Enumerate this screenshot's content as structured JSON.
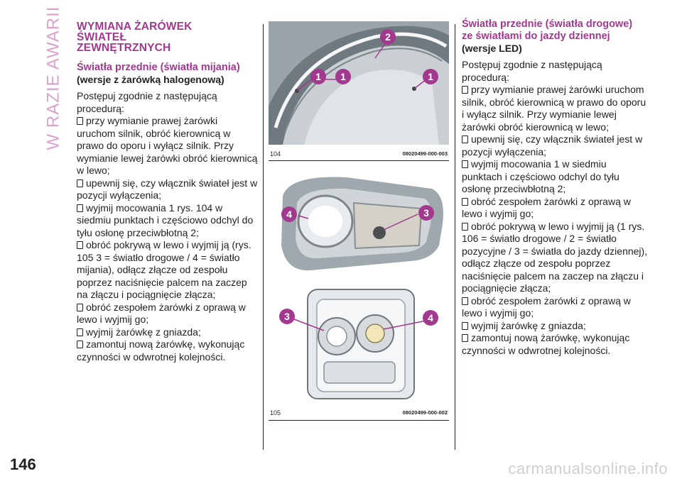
{
  "side_title": "W RAZIE AWARII",
  "page_number": "146",
  "left": {
    "title_lines": [
      "WYMIANA ŻARÓWEK",
      "ŚWIATEŁ",
      "ZEWNĘTRZNYCH"
    ],
    "subtitle": "Światła przednie (światła mijania)",
    "variant": "(wersje z żarówką halogenową)",
    "intro": "Postępuj zgodnie z następującą procedurą:",
    "steps": [
      "przy wymianie prawej żarówki uruchom silnik, obróć kierownicą w prawo do oporu i wyłącz silnik. Przy wymianie lewej żarówki obróć kierownicą w lewo;",
      "upewnij się, czy włącznik świateł jest w pozycji wyłączenia;",
      "wyjmij mocowania 1 rys. 104 w siedmiu punktach i częściowo odchyl do tyłu osłonę przeciwbłotną 2;",
      "obróć pokrywą w lewo i wyjmij ją (rys. 105 3 = światło drogowe / 4 = światło mijania), odłącz złącze od zespołu poprzez naciśnięcie palcem na zaczep na złączu i pociągnięcie złącza;",
      "obróć zespołem żarówki z oprawą w lewo i wyjmij go;",
      "wyjmij żarówkę z gniazda;",
      "zamontuj nową żarówkę, wykonując czynności w odwrotnej kolejności."
    ]
  },
  "figures": {
    "fig104": {
      "number": "104",
      "code": "08020499-000-003",
      "callouts": [
        "1",
        "1",
        "2",
        "1"
      ]
    },
    "fig105": {
      "number": "105",
      "code": "08020499-000-002",
      "callouts_top": [
        "4",
        "3"
      ],
      "callouts_bottom": [
        "3",
        "4"
      ]
    }
  },
  "right": {
    "subtitle_lines": [
      "Światła przednie (światła drogowe)",
      "ze światłami do jazdy dziennej"
    ],
    "variant": "(wersje LED)",
    "intro": "Postępuj zgodnie z następującą procedurą:",
    "steps": [
      "przy wymianie prawej żarówki uruchom silnik, obróć kierownicą w prawo do oporu i wyłącz silnik. Przy wymianie lewej żarówki obróć kierownicą w lewo;",
      "upewnij się, czy włącznik świateł jest w pozycji wyłączenia;",
      "wyjmij mocowania 1 w siedmiu punktach i częściowo odchyl do tyłu osłonę przeciwbłotną 2;",
      "obróć zespołem żarówki z oprawą w lewo i wyjmij go;",
      "obróć pokrywą w lewo i wyjmij ją (1 rys. 106 = światło drogowe / 2 = światło pozycyjne / 3 = światła do jazdy dziennej), odłącz złącze od zespołu poprzez naciśnięcie palcem na zaczep na złączu i pociągnięcie złącza;",
      "obróć zespołem żarówki z oprawą w lewo i wyjmij go;",
      "wyjmij żarówkę z gniazda;",
      "zamontuj nową żarówkę, wykonując czynności w odwrotnej kolejności."
    ]
  },
  "watermark": "carmanualsonline.info",
  "colors": {
    "accent": "#a2398f",
    "side_title": "#d9a3cc",
    "callout": "#a2398f"
  }
}
